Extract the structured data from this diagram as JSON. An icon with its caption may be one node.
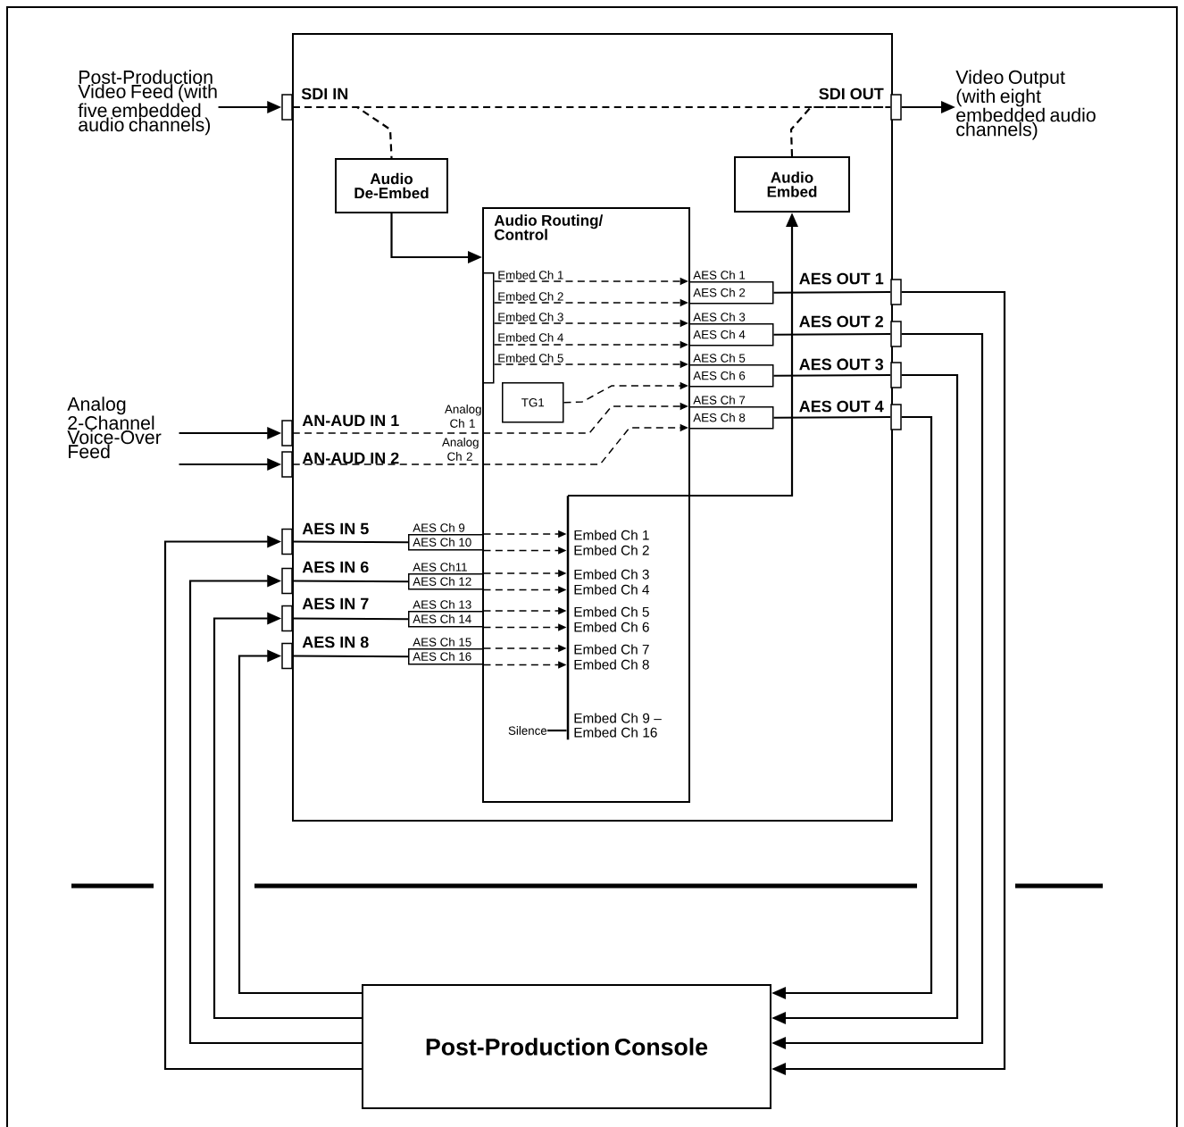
{
  "diagram": {
    "nodes": [
      {
        "text": [],
        "shape": "box"
      },
      {
        "text": [
          "Post-Production Video Feed (with five embedded audio channels)"
        ]
      },
      {
        "text": [
          "Video Output (with eight embedded audio channels)"
        ]
      },
      {
        "text": [
          "Analog 2-Channel Voice-Over Feed"
        ]
      },
      {
        "text": [
          "SDI IN"
        ]
      },
      {
        "text": [
          "SDI OUT"
        ]
      },
      {
        "text": [
          "Audio De-Embed"
        ],
        "in": 0
      },
      {
        "text": [
          "Audio Embed"
        ],
        "in": 0
      },
      {
        "text": [
          "Audio Routing/ Control"
        ],
        "in": 0
      },
      {
        "text": [
          "Embed Ch 1",
          "Embed Ch 2",
          "Embed Ch 3",
          "Embed Ch 4",
          "Embed Ch 5"
        ],
        "in": 8
      },
      {
        "text": [
          "TG1"
        ],
        "in": 8
      },
      {
        "text": [
          "AES Ch 1",
          "AES Ch 2"
        ],
        "in": 0
      },
      {
        "text": [
          "AES Ch 3",
          "AES Ch 4"
        ],
        "in": 0
      },
      {
        "text": [
          "AES Ch 5",
          "AES Ch 6"
        ],
        "in": 0
      },
      {
        "text": [
          "AES Ch 7",
          "AES Ch 8"
        ],
        "in": 0
      },
      {
        "text": [
          "AN-AUD IN 1"
        ]
      },
      {
        "text": [
          "AN-AUD IN 2"
        ]
      },
      {
        "text": [
          "AES IN 5"
        ]
      },
      {
        "text": [
          "AES IN 6"
        ]
      },
      {
        "text": [
          "AES IN 7"
        ]
      },
      {
        "text": [
          "AES IN 8"
        ]
      },
      {
        "text": [
          "AES Ch 9",
          "AES Ch 10"
        ],
        "in": 0
      },
      {
        "text": [
          "AES Ch11",
          "AES Ch 12"
        ],
        "in": 0
      },
      {
        "text": [
          "AES Ch 13",
          "AES Ch 14"
        ],
        "in": 0
      },
      {
        "text": [
          "AES Ch 15",
          "AES Ch 16"
        ],
        "in": 0
      },
      {
        "text": [
          "Embed Ch 1",
          "Embed Ch 2",
          "Embed Ch 3",
          "Embed Ch 4",
          "Embed Ch 5",
          "Embed Ch 6",
          "Embed Ch 7",
          "Embed Ch 8",
          "Embed Ch 9 – Embed Ch 16"
        ],
        "in": 8
      },
      {
        "text": [
          "AES OUT 1"
        ]
      },
      {
        "text": [
          "AES OUT 2"
        ]
      },
      {
        "text": [
          "AES OUT 3"
        ]
      },
      {
        "text": [
          "AES OUT 4"
        ]
      },
      {
        "text": [
          "Post-Production Console"
        ]
      },
      {
        "text": [
          "Silence"
        ],
        "in": 8
      }
    ],
    "edges": [
      {
        "from": 1,
        "to": 4,
        "arrow": "to"
      },
      {
        "from": 5,
        "to": 2,
        "arrow": "to"
      },
      {
        "from": 3,
        "to": 15,
        "arrow": "to"
      },
      {
        "from": 3,
        "to": 16,
        "arrow": "to"
      },
      {
        "from": 4,
        "to": 5,
        "arrow": "none",
        "style": "dashed"
      },
      {
        "from": 4,
        "to": 6,
        "arrow": "none",
        "style": "dashed"
      },
      {
        "from": 7,
        "to": 5,
        "arrow": "none",
        "style": "dashed"
      },
      {
        "from": 6,
        "to": 8,
        "arrow": "to"
      },
      {
        "from": 9,
        "to": 11,
        "arrow": "to",
        "style": "dashed"
      },
      {
        "from": 9,
        "to": 11,
        "arrow": "to",
        "style": "dashed"
      },
      {
        "from": 9,
        "to": 12,
        "arrow": "to",
        "style": "dashed"
      },
      {
        "from": 9,
        "to": 12,
        "arrow": "to",
        "style": "dashed"
      },
      {
        "from": 9,
        "to": 13,
        "arrow": "to",
        "style": "dashed"
      },
      {
        "from": 10,
        "to": 13,
        "arrow": "to",
        "style": "dashed"
      },
      {
        "from": 15,
        "to": 14,
        "arrow": "to",
        "style": "dashed",
        "label": "Analog Ch 1"
      },
      {
        "from": 16,
        "to": 14,
        "arrow": "to",
        "style": "dashed",
        "label": "Analog Ch 2"
      },
      {
        "from": 11,
        "to": 26,
        "arrow": "none"
      },
      {
        "from": 12,
        "to": 27,
        "arrow": "none"
      },
      {
        "from": 13,
        "to": 28,
        "arrow": "none"
      },
      {
        "from": 14,
        "to": 29,
        "arrow": "none"
      },
      {
        "from": 26,
        "to": 30,
        "arrow": "to"
      },
      {
        "from": 27,
        "to": 30,
        "arrow": "to"
      },
      {
        "from": 28,
        "to": 30,
        "arrow": "to"
      },
      {
        "from": 29,
        "to": 30,
        "arrow": "to"
      },
      {
        "from": 30,
        "to": 17,
        "arrow": "to"
      },
      {
        "from": 30,
        "to": 18,
        "arrow": "to"
      },
      {
        "from": 30,
        "to": 19,
        "arrow": "to"
      },
      {
        "from": 30,
        "to": 20,
        "arrow": "to"
      },
      {
        "from": 17,
        "to": 21,
        "arrow": "none"
      },
      {
        "from": 18,
        "to": 22,
        "arrow": "none"
      },
      {
        "from": 19,
        "to": 23,
        "arrow": "none"
      },
      {
        "from": 20,
        "to": 24,
        "arrow": "none"
      },
      {
        "from": 21,
        "to": 25,
        "arrow": "to",
        "style": "dashed"
      },
      {
        "from": 21,
        "to": 25,
        "arrow": "to",
        "style": "dashed"
      },
      {
        "from": 22,
        "to": 25,
        "arrow": "to",
        "style": "dashed"
      },
      {
        "from": 22,
        "to": 25,
        "arrow": "to",
        "style": "dashed"
      },
      {
        "from": 23,
        "to": 25,
        "arrow": "to",
        "style": "dashed"
      },
      {
        "from": 23,
        "to": 25,
        "arrow": "to",
        "style": "dashed"
      },
      {
        "from": 24,
        "to": 25,
        "arrow": "to",
        "style": "dashed"
      },
      {
        "from": 24,
        "to": 25,
        "arrow": "to",
        "style": "dashed"
      },
      {
        "from": 25,
        "to": 7,
        "arrow": "to"
      },
      {
        "from": 31,
        "to": 25,
        "arrow": "none"
      }
    ]
  }
}
